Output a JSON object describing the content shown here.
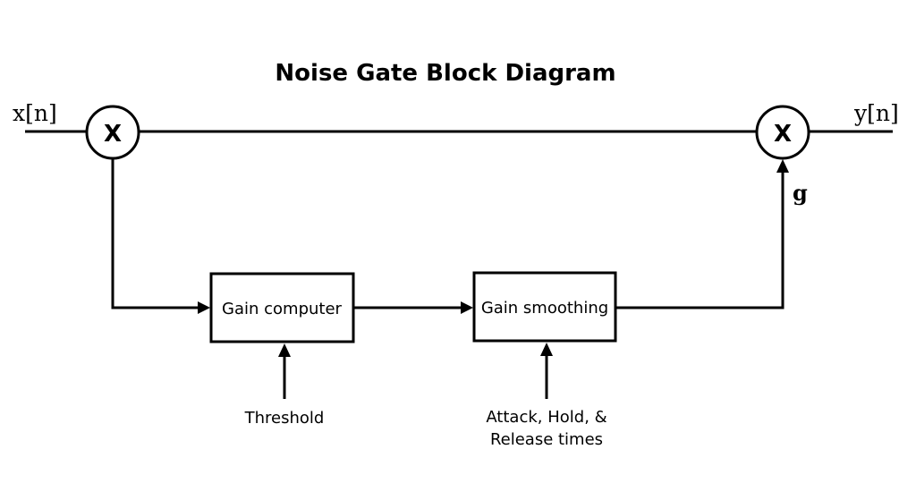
{
  "title": "Noise Gate Block Diagram",
  "signals": {
    "input": "x[n]",
    "output": "y[n]",
    "gain": "g"
  },
  "multipliers": {
    "input_symbol": "X",
    "output_symbol": "X"
  },
  "blocks": {
    "gain_computer": "Gain computer",
    "gain_smoothing": "Gain smoothing"
  },
  "parameters": {
    "threshold": "Threshold",
    "times_line1": "Attack, Hold, &",
    "times_line2": "Release times"
  },
  "colors": {
    "stroke": "#000000",
    "background": "#ffffff"
  }
}
